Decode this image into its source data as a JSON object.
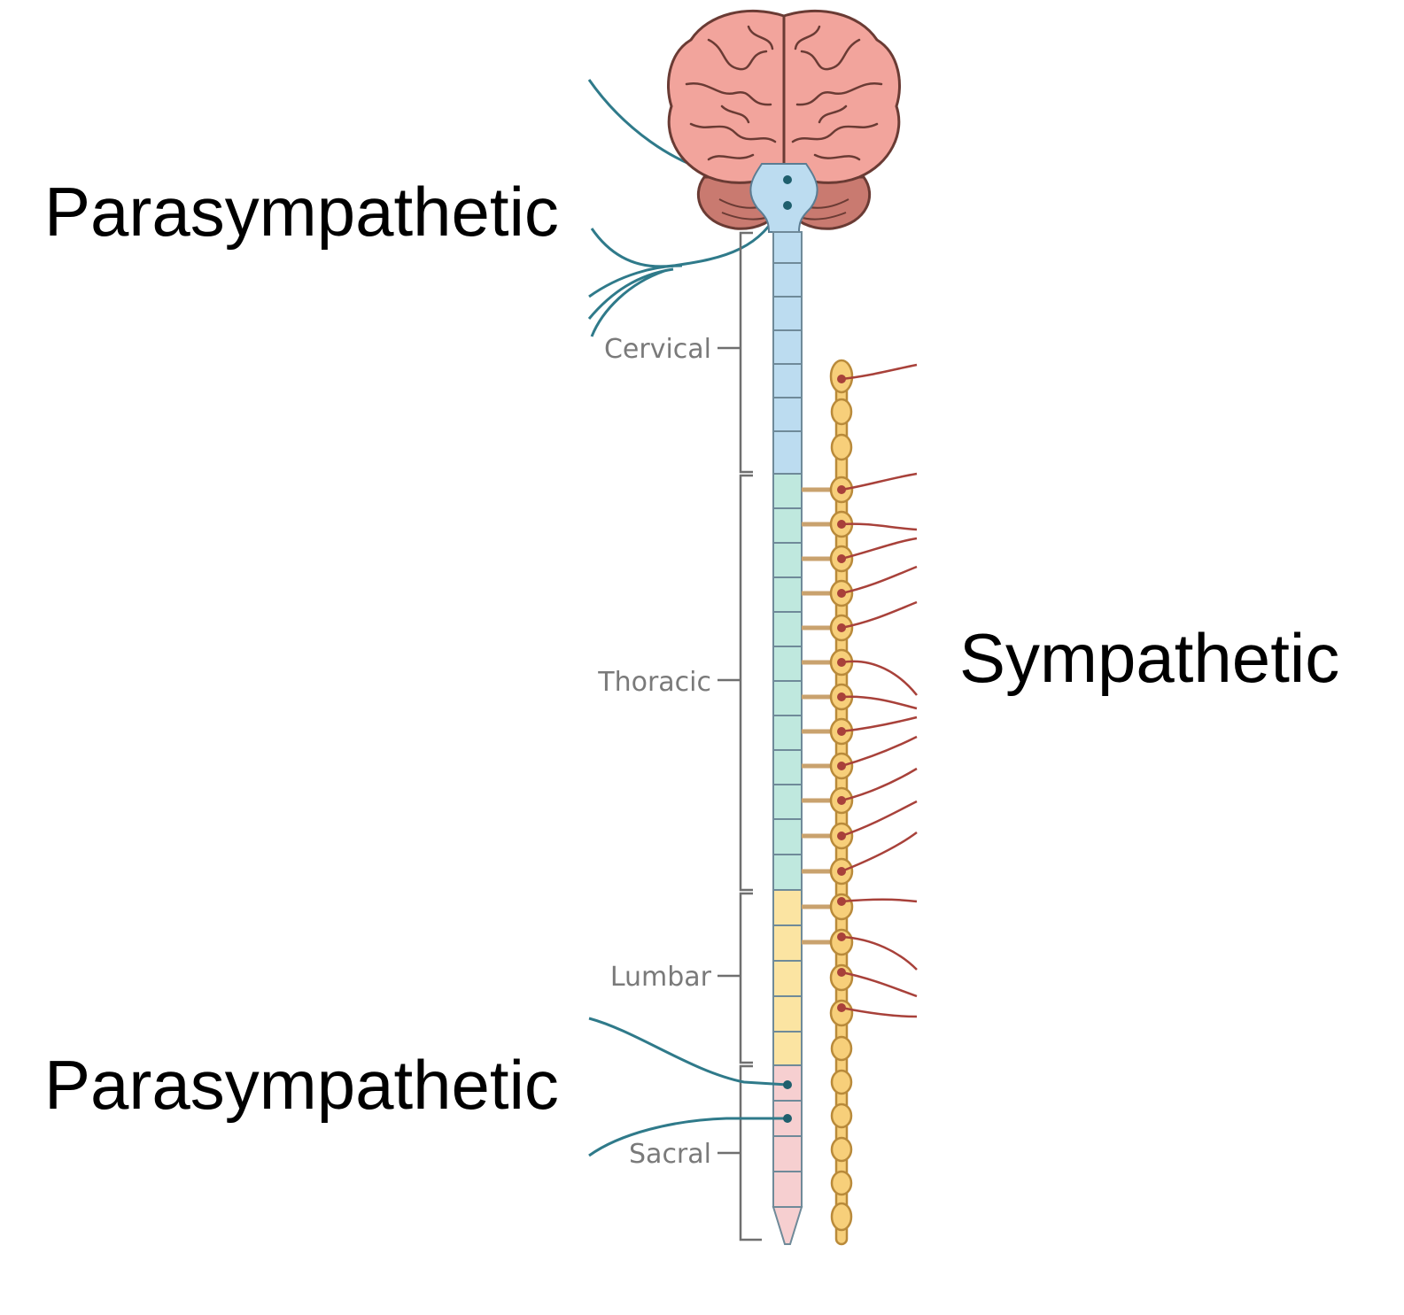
{
  "labels": {
    "parasympathetic_top": "Parasympathetic",
    "parasympathetic_bottom": "Parasympathetic",
    "sympathetic": "Sympathetic"
  },
  "regions": {
    "cervical": "Cervical",
    "thoracic": "Thoracic",
    "lumbar": "Lumbar",
    "sacral": "Sacral"
  },
  "colors": {
    "brain": "#f2a49c",
    "brain_outline": "#6a3b34",
    "cerebellum": "#c97a70",
    "brainstem": "#bcdcf0",
    "cervical": "#bcdcf0",
    "thoracic": "#bfe8de",
    "lumbar": "#fbe4a2",
    "sacral": "#f6cfd0",
    "sympathetic_chain": "#f7cf7a",
    "sympathetic_nerve": "#a8413a",
    "parasympathetic_nerve": "#2f7a8a",
    "connector": "#c9a26e",
    "bracket": "#6f6f6f"
  }
}
